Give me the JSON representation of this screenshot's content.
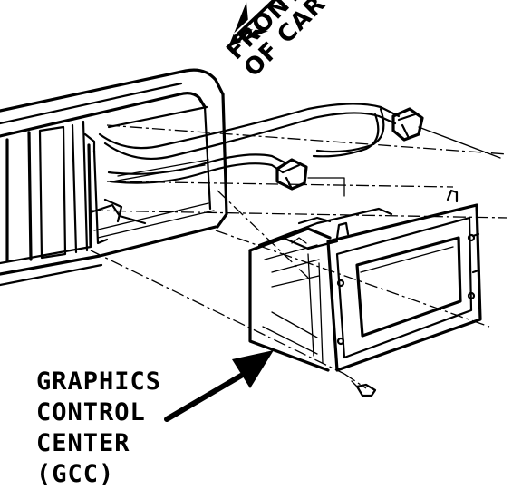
{
  "labels": {
    "front_line1": "FRONT",
    "front_line2": "OF CAR",
    "gcc_line1": "GRAPHICS",
    "gcc_line2": "CONTROL",
    "gcc_line3": "CENTER",
    "gcc_line4": "(GCC)"
  },
  "colors": {
    "ink": "#000000",
    "background": "#ffffff"
  },
  "icons": {
    "direction_arrow": "arrow-up-left-icon",
    "pointer_arrow": "arrow-up-right-icon"
  }
}
